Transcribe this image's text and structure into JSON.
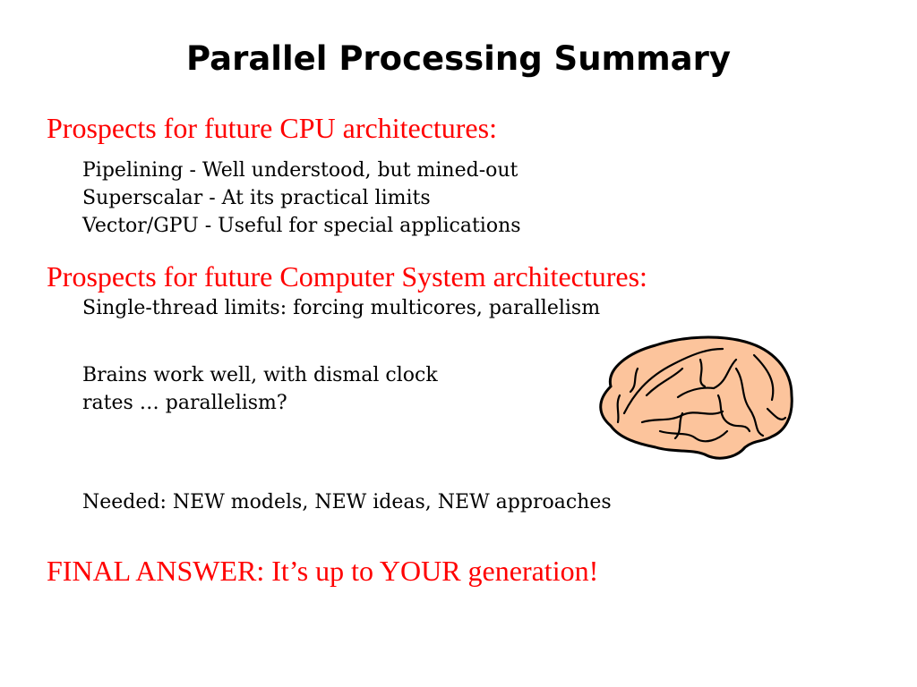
{
  "title": "Parallel Processing Summary",
  "section1": {
    "heading": "Prospects for future CPU architectures:",
    "lines": [
      "Pipelining - Well understood, but mined-out",
      "Superscalar - At its practical limits",
      "Vector/GPU - Useful for special applications"
    ]
  },
  "section2": {
    "heading": "Prospects for future Computer System architectures:",
    "line1": "Single-thread limits: forcing multicores, parallelism",
    "brain_lines": [
      "Brains work well, with dismal clock",
      "rates … parallelism?"
    ],
    "needed": "Needed: NEW models, NEW ideas, NEW approaches"
  },
  "final": "FINAL ANSWER:  It’s up to YOUR generation!",
  "colors": {
    "accent": "#ff0000",
    "brain": "#fcc49c"
  }
}
